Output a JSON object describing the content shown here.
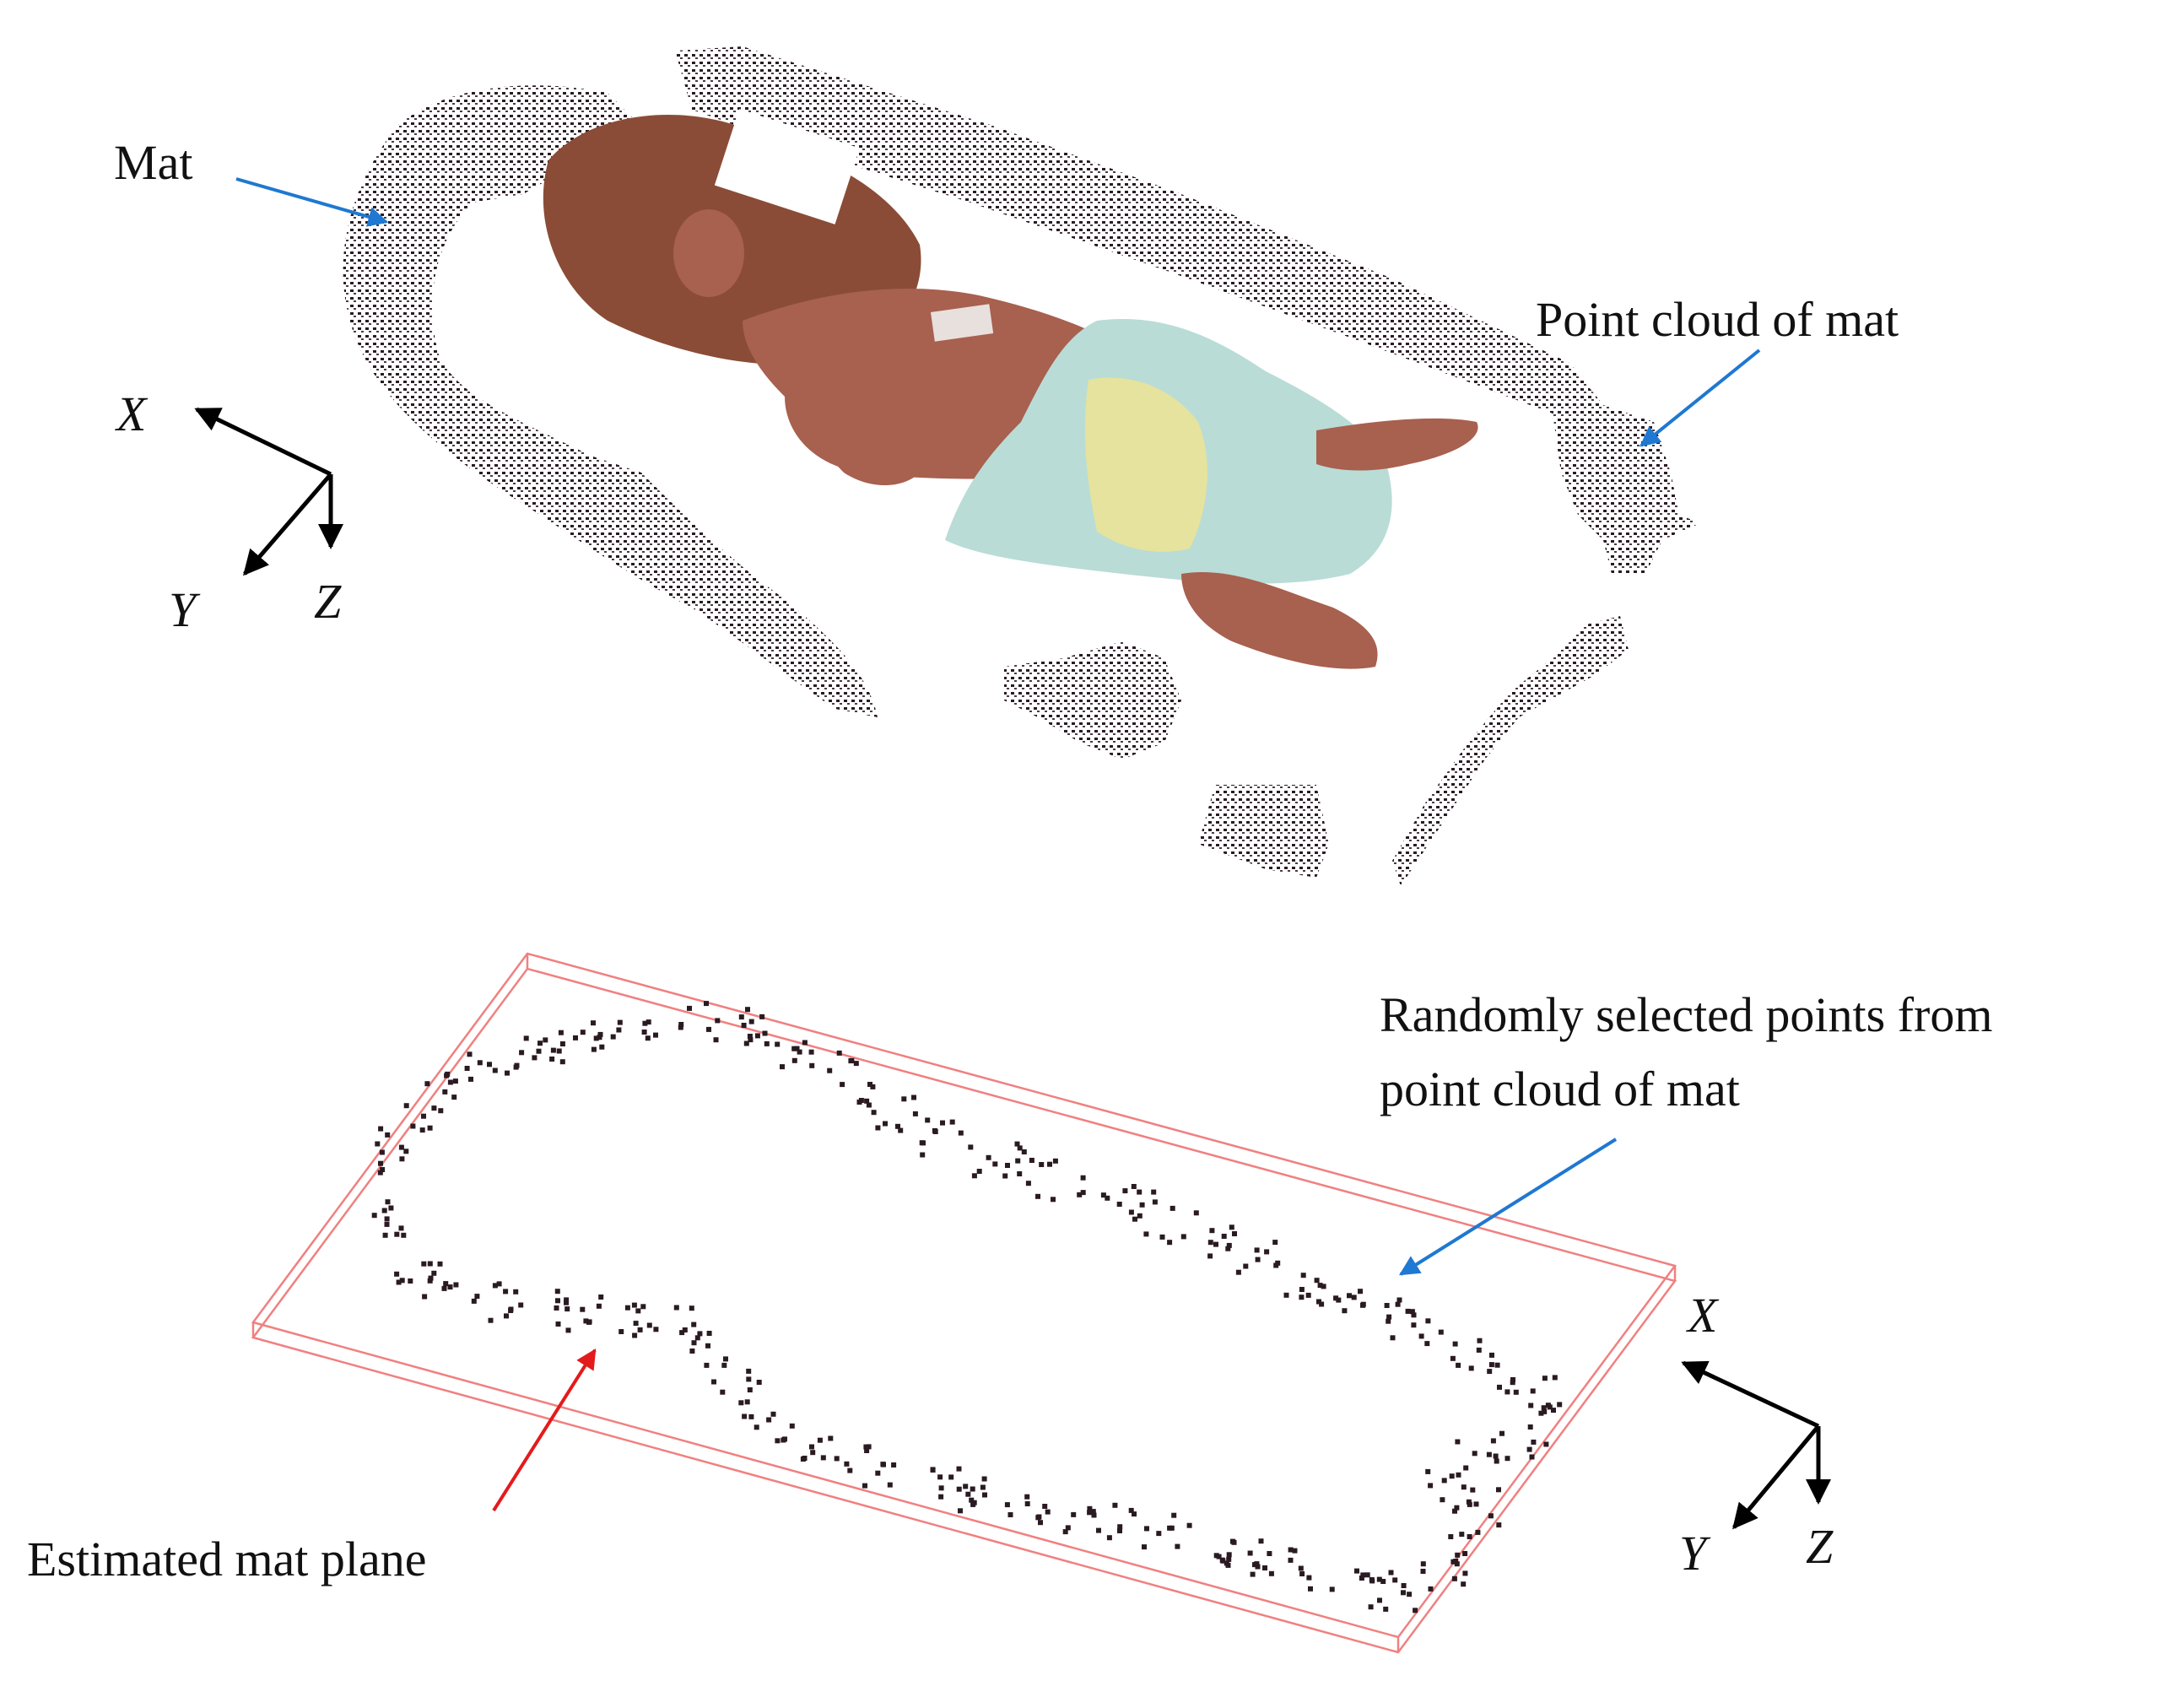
{
  "labels": {
    "mat": "Mat",
    "point_cloud_of_mat": "Point cloud of mat",
    "random_points_line1": "Randomly selected points from",
    "random_points_line2": "point cloud of mat",
    "estimated_plane": "Estimated mat plane"
  },
  "axes_top": {
    "x": "X",
    "y": "Y",
    "z": "Z"
  },
  "axes_bottom": {
    "x": "X",
    "y": "Y",
    "z": "Z"
  },
  "colors": {
    "callout_blue": "#1f78d1",
    "callout_red": "#e41a1c",
    "plane_outline": "#f08080",
    "cloud_points": "#2a1a22",
    "skin": "#a8604f",
    "diaper": "#b9dcd6"
  }
}
